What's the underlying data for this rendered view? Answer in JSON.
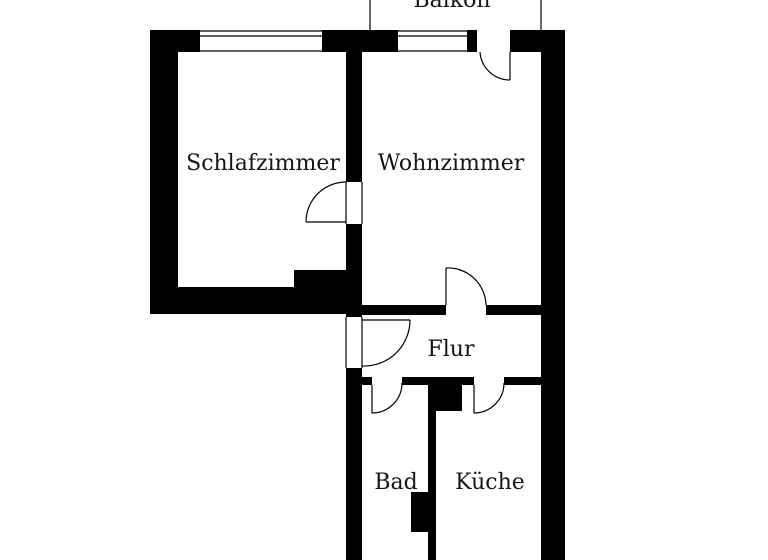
{
  "rooms": {
    "balkon": "Balkon",
    "schlafzimmer": "Schlafzimmer",
    "wohnzimmer": "Wohnzimmer",
    "flur": "Flur",
    "bad": "Bad",
    "kueche": "Küche"
  },
  "colors": {
    "wall": "#000000",
    "background": "#ffffff",
    "text": "#1a1414"
  }
}
